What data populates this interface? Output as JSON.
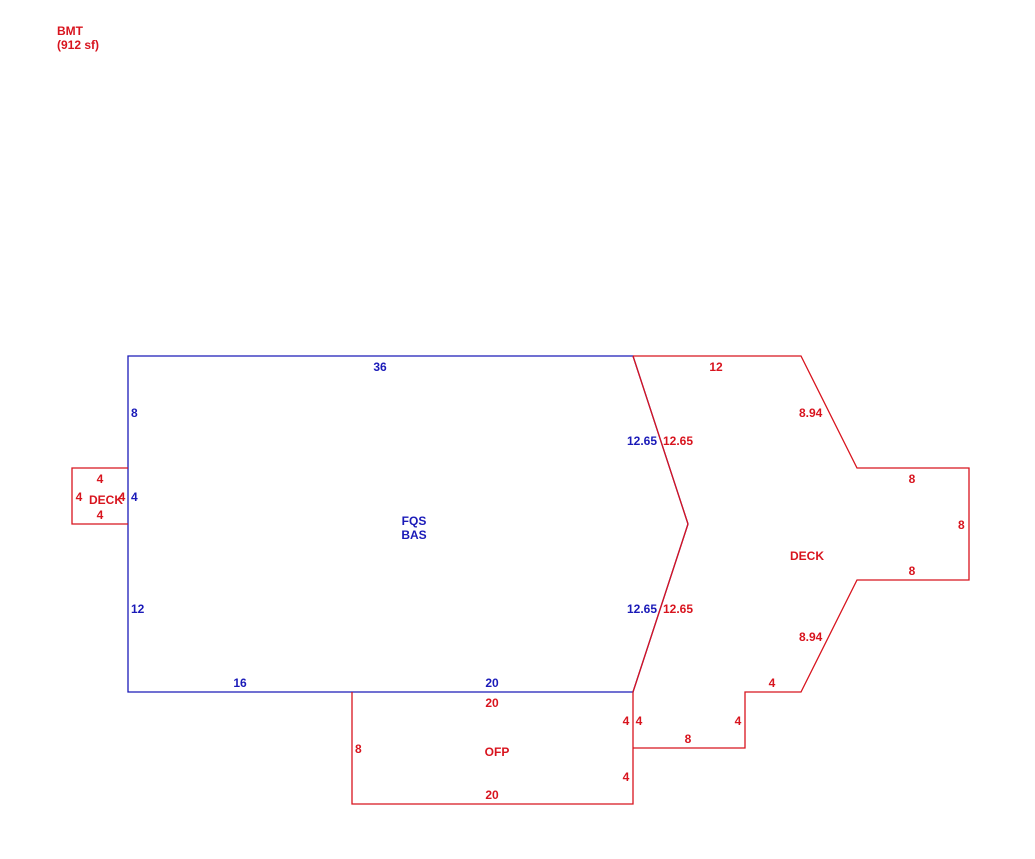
{
  "colors": {
    "main": "#1a1ab8",
    "addition": "#d8141e"
  },
  "header": {
    "name": "BMT",
    "area": "(912 sf)"
  },
  "main": {
    "code_line1": "FQS",
    "code_line2": "BAS",
    "dims": {
      "top": "36",
      "left_upper": "8",
      "left_mid": "4",
      "left_lower": "12",
      "bottom_left": "16",
      "bottom_right": "20",
      "diag_upper": "12.65",
      "diag_lower": "12.65"
    }
  },
  "deck_small": {
    "label": "DECK",
    "dims": {
      "top": "4",
      "left": "4",
      "right": "4",
      "bottom": "4"
    }
  },
  "deck_large": {
    "label": "DECK",
    "dims": {
      "top": "12",
      "upper_diag": "8.94",
      "upper_ext": "8",
      "right": "8",
      "lower_ext": "8",
      "lower_diag": "8.94",
      "bottom_step": "4",
      "step_vertical": "4",
      "step_bottom": "8",
      "left_step": "4",
      "inner_upper": "12.65",
      "inner_lower": "12.65"
    }
  },
  "porch": {
    "label": "OFP",
    "dims": {
      "top": "20",
      "left": "8",
      "right_upper": "4",
      "right_lower": "4",
      "bottom": "20"
    }
  }
}
